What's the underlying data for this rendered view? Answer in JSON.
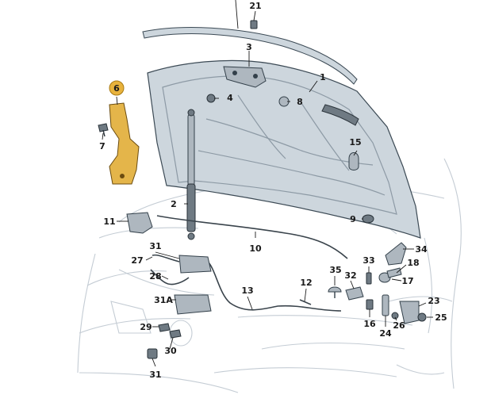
{
  "colors": {
    "background": "#ffffff",
    "hood_fill": "#cdd6dd",
    "part_fill": "#aeb7bf",
    "highlight_part": "#e4b54a",
    "highlight_badge": "#e8b23c",
    "car_outline": "#c4ccd4",
    "label_text": "#1a1a1a"
  },
  "labels": {
    "p1": "1",
    "p2": "2",
    "p3": "3",
    "p4": "4",
    "p6": "6",
    "p7": "7",
    "p8": "8",
    "p9": "9",
    "p10": "10",
    "p11": "11",
    "p12": "12",
    "p13": "13",
    "p15": "15",
    "p16": "16",
    "p17": "17",
    "p18": "18",
    "p21": "21",
    "p23": "23",
    "p24": "24",
    "p25": "25",
    "p26": "26",
    "p27": "27",
    "p28": "28",
    "p29": "29",
    "p30": "30",
    "p31a": "31",
    "p31b": "31",
    "p31A": "31A",
    "p32": "32",
    "p33": "33",
    "p34": "34",
    "p35": "35"
  }
}
